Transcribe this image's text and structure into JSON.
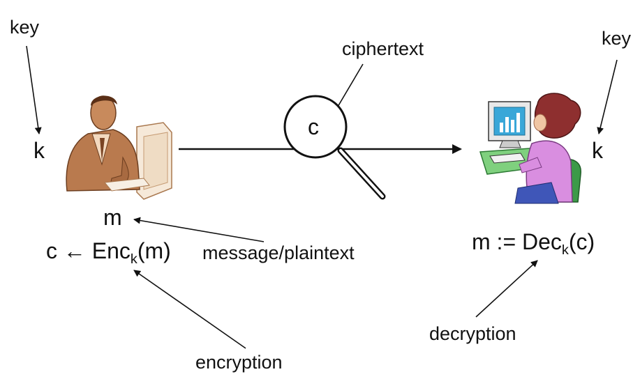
{
  "labels": {
    "key_left": "key",
    "key_right": "key",
    "k_left": "k",
    "k_right": "k",
    "ciphertext": "ciphertext",
    "c_lens": "c",
    "m": "m",
    "message_plaintext": "message/plaintext",
    "encryption": "encryption",
    "decryption": "decryption"
  },
  "formulas": {
    "encryption": {
      "prefix": "c ← Enc",
      "sub": "k",
      "suffix": "(m)"
    },
    "decryption": {
      "prefix": "m := Dec",
      "sub": "k",
      "suffix": "(c)"
    }
  },
  "icons": {
    "sender": "person-at-computer-icon",
    "receiver": "woman-at-computer-icon",
    "lens": "magnifying-glass-icon"
  },
  "colors": {
    "ink": "#111111",
    "sender_skin": "#b97a4e",
    "receiver_shirt": "#d98ee0",
    "receiver_chair": "#3c9a48",
    "monitor_screen": "#39a7d8"
  }
}
